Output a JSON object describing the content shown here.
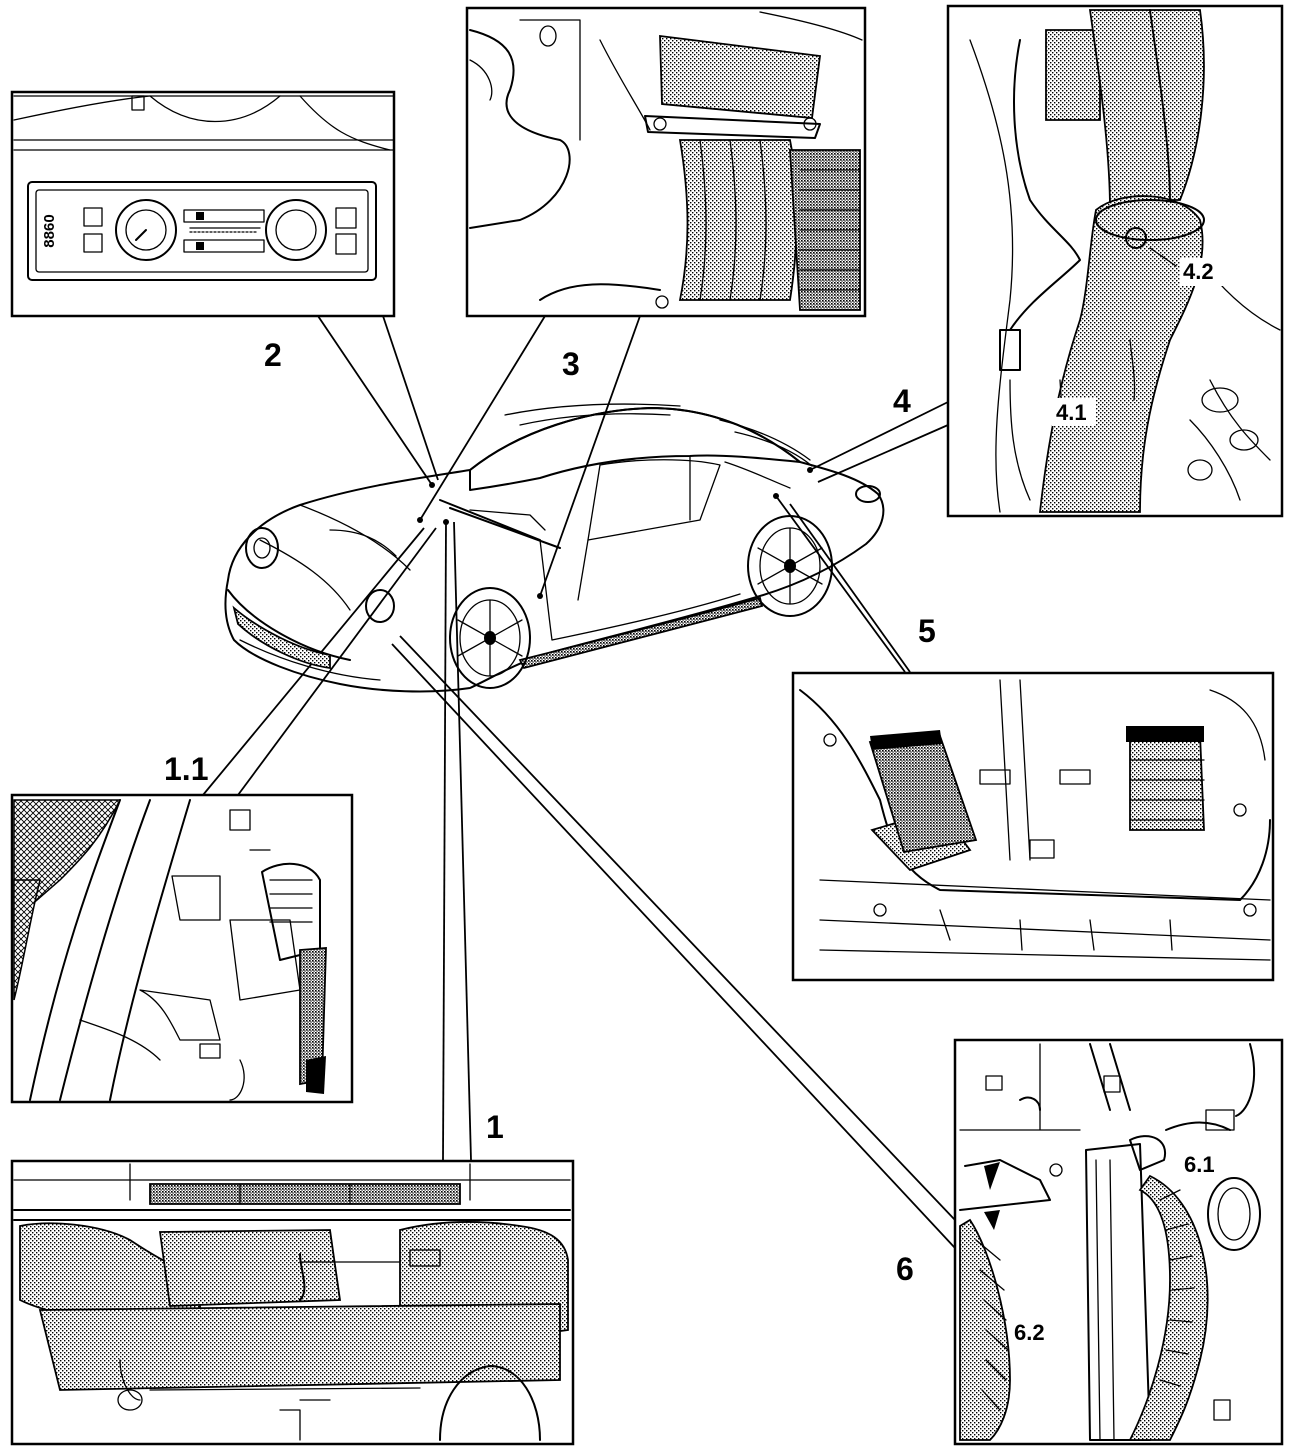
{
  "callouts": {
    "c1": "1",
    "c1_1": "1.1",
    "c2": "2",
    "c3": "3",
    "c4": "4",
    "c4_1": "4.1",
    "c4_2": "4.2",
    "c5": "5",
    "c6": "6",
    "c6_1": "6.1",
    "c6_2": "6.2"
  },
  "panel2": {
    "logo_text": "8860"
  },
  "colors": {
    "ink": "#000000",
    "paper": "#ffffff"
  },
  "icons": [
    "car-illustration",
    "climate-control-panel",
    "air-duct",
    "blower-fan",
    "sensor-connector"
  ]
}
